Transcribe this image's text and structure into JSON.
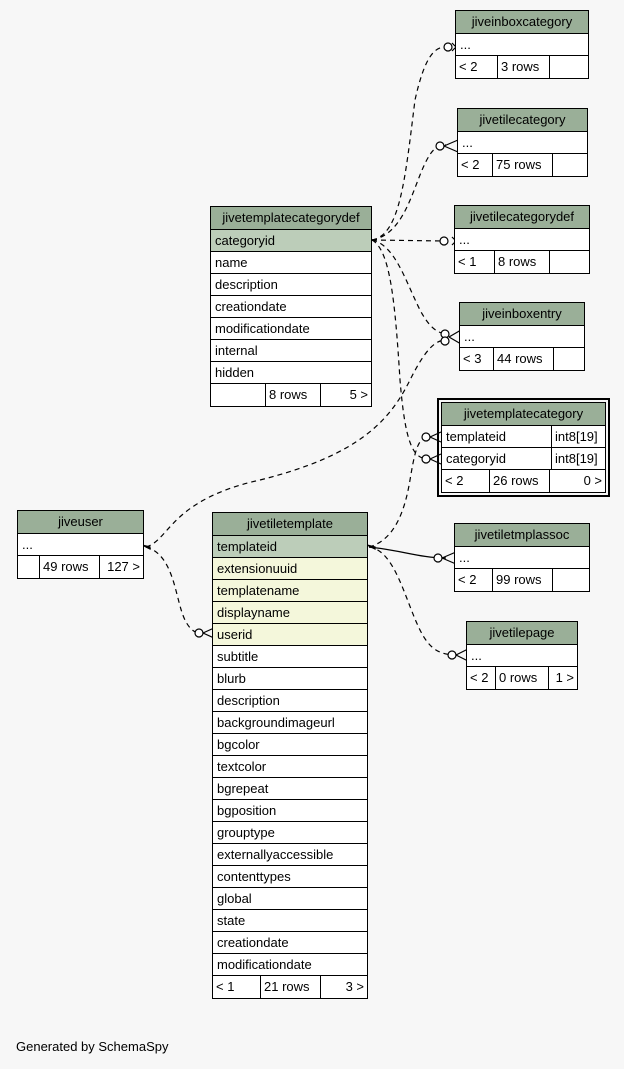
{
  "tables": {
    "jiveinboxcategory": {
      "name": "jiveinboxcategory",
      "rows": [
        "..."
      ],
      "foot": [
        "< 2",
        "3 rows",
        ""
      ]
    },
    "jivetilecategory": {
      "name": "jivetilecategory",
      "rows": [
        "..."
      ],
      "foot": [
        "< 2",
        "75 rows",
        ""
      ]
    },
    "jivetilecategorydef": {
      "name": "jivetilecategorydef",
      "rows": [
        "..."
      ],
      "foot": [
        "< 1",
        "8 rows",
        ""
      ]
    },
    "jiveinboxentry": {
      "name": "jiveinboxentry",
      "rows": [
        "..."
      ],
      "foot": [
        "< 3",
        "44 rows",
        ""
      ]
    },
    "jivetemplatecategorydef": {
      "name": "jivetemplatecategorydef",
      "rows": [
        "categoryid",
        "name",
        "description",
        "creationdate",
        "modificationdate",
        "internal",
        "hidden"
      ],
      "foot": [
        "",
        "8 rows",
        "5 >"
      ]
    },
    "jivetemplatecategory": {
      "name": "jivetemplatecategory",
      "rows": [
        {
          "col": "templateid",
          "type": "int8[19]"
        },
        {
          "col": "categoryid",
          "type": "int8[19]"
        }
      ],
      "foot": [
        "< 2",
        "26 rows",
        "0 >"
      ]
    },
    "jiveuser": {
      "name": "jiveuser",
      "rows": [
        "..."
      ],
      "foot": [
        "",
        "49 rows",
        "127 >"
      ]
    },
    "jivetiletemplate": {
      "name": "jivetiletemplate",
      "rows": [
        "templateid",
        "extensionuuid",
        "templatename",
        "displayname",
        "userid",
        "subtitle",
        "blurb",
        "description",
        "backgroundimageurl",
        "bgcolor",
        "textcolor",
        "bgrepeat",
        "bgposition",
        "grouptype",
        "externallyaccessible",
        "contenttypes",
        "global",
        "state",
        "creationdate",
        "modificationdate"
      ],
      "foot": [
        "< 1",
        "21 rows",
        "3 >"
      ]
    },
    "jivetiletmplassoc": {
      "name": "jivetiletmplassoc",
      "rows": [
        "..."
      ],
      "foot": [
        "< 2",
        "99 rows",
        ""
      ]
    },
    "jivetilepage": {
      "name": "jivetilepage",
      "rows": [
        "..."
      ],
      "foot": [
        "< 2",
        "0 rows",
        "1 >"
      ]
    }
  },
  "footer_text": "Generated by SchemaSpy",
  "colors": {
    "header": "#9aaf98",
    "primary_key": "#bccdb9",
    "indexed": "#f4f7db",
    "background": "#f7f7f7"
  }
}
